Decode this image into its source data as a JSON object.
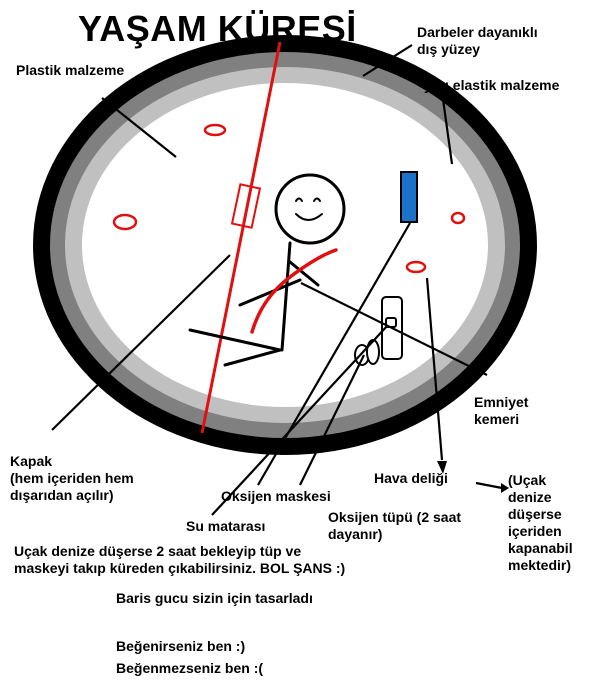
{
  "title": "YAŞAM KÜRESİ",
  "labels": {
    "darbeler": "Darbeler dayanıklı\ndış yüzey",
    "plastik": "Plastik malzeme",
    "yari_elastik": "yarı elastik malzeme",
    "emniyet": "Emniyet\nkemeri",
    "kapak": "Kapak\n(hem içeriden hem\ndışarıdan açılır)",
    "oksijen_maskesi": "Oksijen maskesi",
    "hava_deligi": "Hava deliği",
    "ucak_denize": "(Uçak\ndenize\ndüşerse\niçeriden\nkapanabil\nmektedir)",
    "su_matarasi": "Su matarası",
    "oksijen_tupu": "Oksijen tüpü (2 saat\ndayanır)"
  },
  "notes": {
    "instruction": "Uçak denize düşerse 2 saat bekleyip tüp ve\nmaskeyi takıp küreden çıkabilirsiniz. BOL ŞANS :)",
    "designer": "Baris gucu sizin için tasarladı",
    "like": "Beğenirseniz ben :)",
    "dislike": "Beğenmezseniz ben :("
  },
  "colors": {
    "outer_ring": "#000000",
    "middle_ring": "#808080",
    "inner_ring": "#c0c0c0",
    "hatch": "#e01010",
    "tank": "#1a73c9"
  }
}
